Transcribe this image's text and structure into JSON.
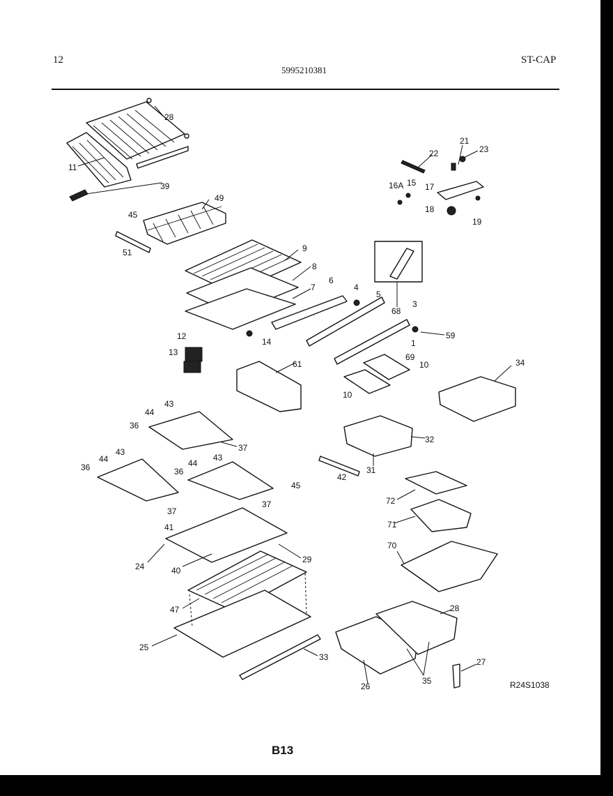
{
  "header": {
    "page_number": "12",
    "model_number": "5995210381",
    "section_code": "ST-CAP"
  },
  "figure": {
    "reference_code": "R24S1038",
    "page_label": "B13",
    "callouts": [
      "28",
      "11",
      "39",
      "22",
      "21",
      "23",
      "16A",
      "15",
      "17",
      "18",
      "19",
      "45",
      "49",
      "51",
      "9",
      "8",
      "7",
      "6",
      "4",
      "5",
      "68",
      "3",
      "59",
      "1",
      "69",
      "14",
      "12",
      "13",
      "61",
      "10",
      "10",
      "34",
      "43",
      "44",
      "36",
      "37",
      "32",
      "31",
      "44",
      "43",
      "36",
      "44",
      "43",
      "36",
      "37",
      "37",
      "42",
      "45",
      "72",
      "71",
      "41",
      "24",
      "40",
      "29",
      "70",
      "47",
      "25",
      "33",
      "28",
      "26",
      "35",
      "27"
    ]
  }
}
